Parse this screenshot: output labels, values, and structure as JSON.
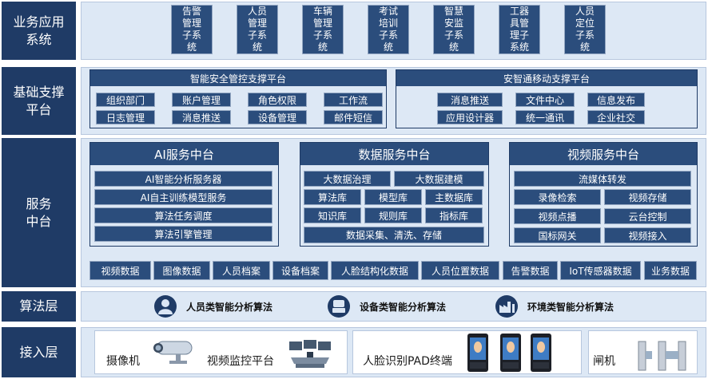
{
  "layers": {
    "business": "业务应用系统",
    "foundation": "基础支撑平台",
    "service": "服务中台",
    "algorithm": "算法层",
    "access": "接入层"
  },
  "business_systems": [
    [
      "告警",
      "管理",
      "子系",
      "统"
    ],
    [
      "人员",
      "管理",
      "子系",
      "统"
    ],
    [
      "车辆",
      "管理",
      "子系",
      "统"
    ],
    [
      "考试",
      "培训",
      "子系",
      "统"
    ],
    [
      "智慧",
      "安监",
      "子系",
      "统"
    ],
    [
      "工器",
      "具管",
      "理子",
      "系统"
    ],
    [
      "人员",
      "定位",
      "子系",
      "统"
    ]
  ],
  "platform_left": {
    "title": "智能安全管控支撑平台",
    "items": [
      "组织部门",
      "账户管理",
      "角色权限",
      "工作流",
      "日志管理",
      "消息推送",
      "设备管理",
      "邮件短信"
    ]
  },
  "platform_right": {
    "title": "安智通移动支撑平台",
    "items": [
      "消息推送",
      "文件中心",
      "信息发布",
      "应用设计器",
      "统一通讯",
      "企业社交"
    ]
  },
  "ai_center": {
    "title": "AI服务中台",
    "items": [
      "AI智能分析服务器",
      "AI自主训练模型服务",
      "算法任务调度",
      "算法引擎管理"
    ]
  },
  "data_center": {
    "title": "数据服务中台",
    "items": [
      "大数据治理",
      "大数据建模",
      "算法库",
      "模型库",
      "主数据库",
      "知识库",
      "规则库",
      "指标库",
      "数据采集、清洗、存储"
    ]
  },
  "video_center": {
    "title": "视频服务中台",
    "items": [
      "流媒体转发",
      "录像检索",
      "视频存储",
      "视频点播",
      "云台控制",
      "国标网关",
      "视频接入"
    ]
  },
  "data_row": [
    "视频数据",
    "图像数据",
    "人员档案",
    "设备档案",
    "人脸结构化数据",
    "人员位置数据",
    "告警数据",
    "IoT传感器数据",
    "业务数据"
  ],
  "algorithms": [
    {
      "label": "人员类智能分析算法",
      "icon": "person-icon"
    },
    {
      "label": "设备类智能分析算法",
      "icon": "device-icon"
    },
    {
      "label": "环境类智能分析算法",
      "icon": "factory-icon"
    }
  ],
  "access": {
    "camera": "摄像机",
    "video_platform": "视频监控平台",
    "pad": "人脸识别PAD终端",
    "gate": "闸机"
  }
}
